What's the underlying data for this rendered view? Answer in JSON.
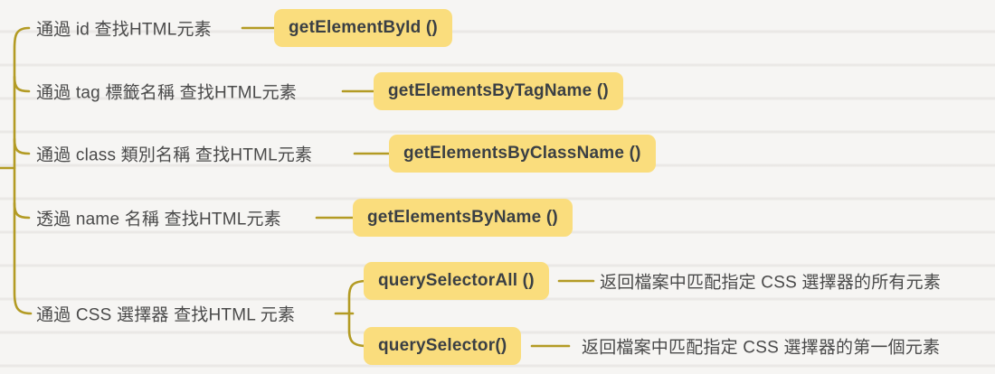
{
  "colors": {
    "line": "#b39b24",
    "highlight_bg": "#fadd7d",
    "label_text": "#4a4a4a",
    "method_text": "#3a3f44",
    "background": "#f6f5f3"
  },
  "mindmap": {
    "branches": [
      {
        "label": "通過 id 查找HTML元素",
        "method": "getElementById ()"
      },
      {
        "label": "通過 tag 標籤名稱 查找HTML元素",
        "method": "getElementsByTagName ()"
      },
      {
        "label": "通過 class 類別名稱 查找HTML元素",
        "method": "getElementsByClassName ()"
      },
      {
        "label": "透過 name 名稱 查找HTML元素",
        "method": "getElementsByName ()"
      },
      {
        "label": "通過 CSS 選擇器 查找HTML 元素",
        "children": [
          {
            "method": "querySelectorAll ()",
            "description": "返回檔案中匹配指定 CSS 選擇器的所有元素"
          },
          {
            "method": "querySelector()",
            "description": "返回檔案中匹配指定 CSS 選擇器的第一個元素"
          }
        ]
      }
    ]
  }
}
